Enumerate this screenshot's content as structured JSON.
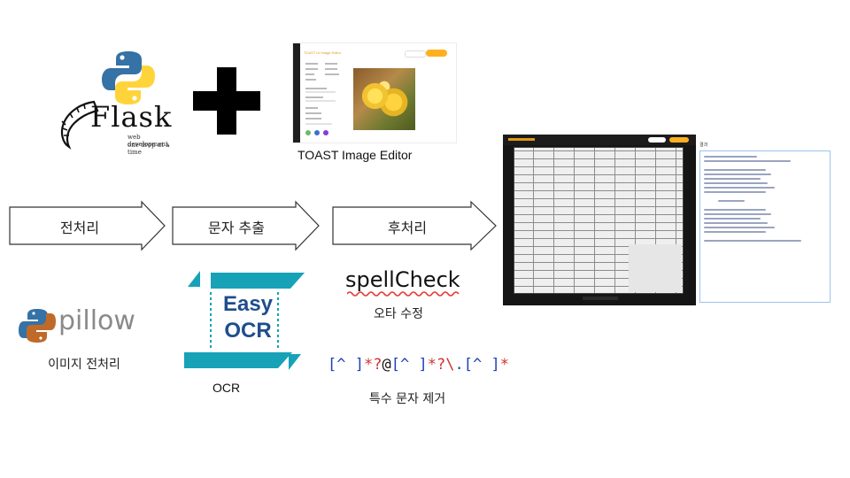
{
  "flask": {
    "name": "Flask",
    "tagline_1": "web development,",
    "tagline_2": "one drop at a time"
  },
  "plus_symbol": "plus-icon",
  "toast": {
    "caption": "TOAST Image Editor",
    "header_logo": "TOAST UI Image Editor"
  },
  "pipeline": {
    "steps": [
      {
        "label": "전처리"
      },
      {
        "label": "문자 추출"
      },
      {
        "label": "후처리"
      }
    ]
  },
  "pillow": {
    "name": "pillow",
    "caption": "이미지 전처리"
  },
  "easyocr": {
    "word_1": "Easy",
    "word_2": "OCR",
    "caption": "OCR"
  },
  "spellcheck": {
    "logo": "spellCheck",
    "caption": "오타 수정"
  },
  "regex": {
    "pattern": "[^ ]*?@[^ ]*?\\.[^ ]*",
    "caption": "특수 문자 제거"
  },
  "result": {
    "panel_title": "결과"
  },
  "colors": {
    "python_blue": "#3572a5",
    "python_yellow": "#ffd43b",
    "easyocr_teal": "#17a2b8",
    "easyocr_navy": "#1f4e8c",
    "regex_blue": "#1f3fb8",
    "regex_red": "#d0312d",
    "spell_red": "#e53935",
    "toast_orange": "#ffb020"
  }
}
